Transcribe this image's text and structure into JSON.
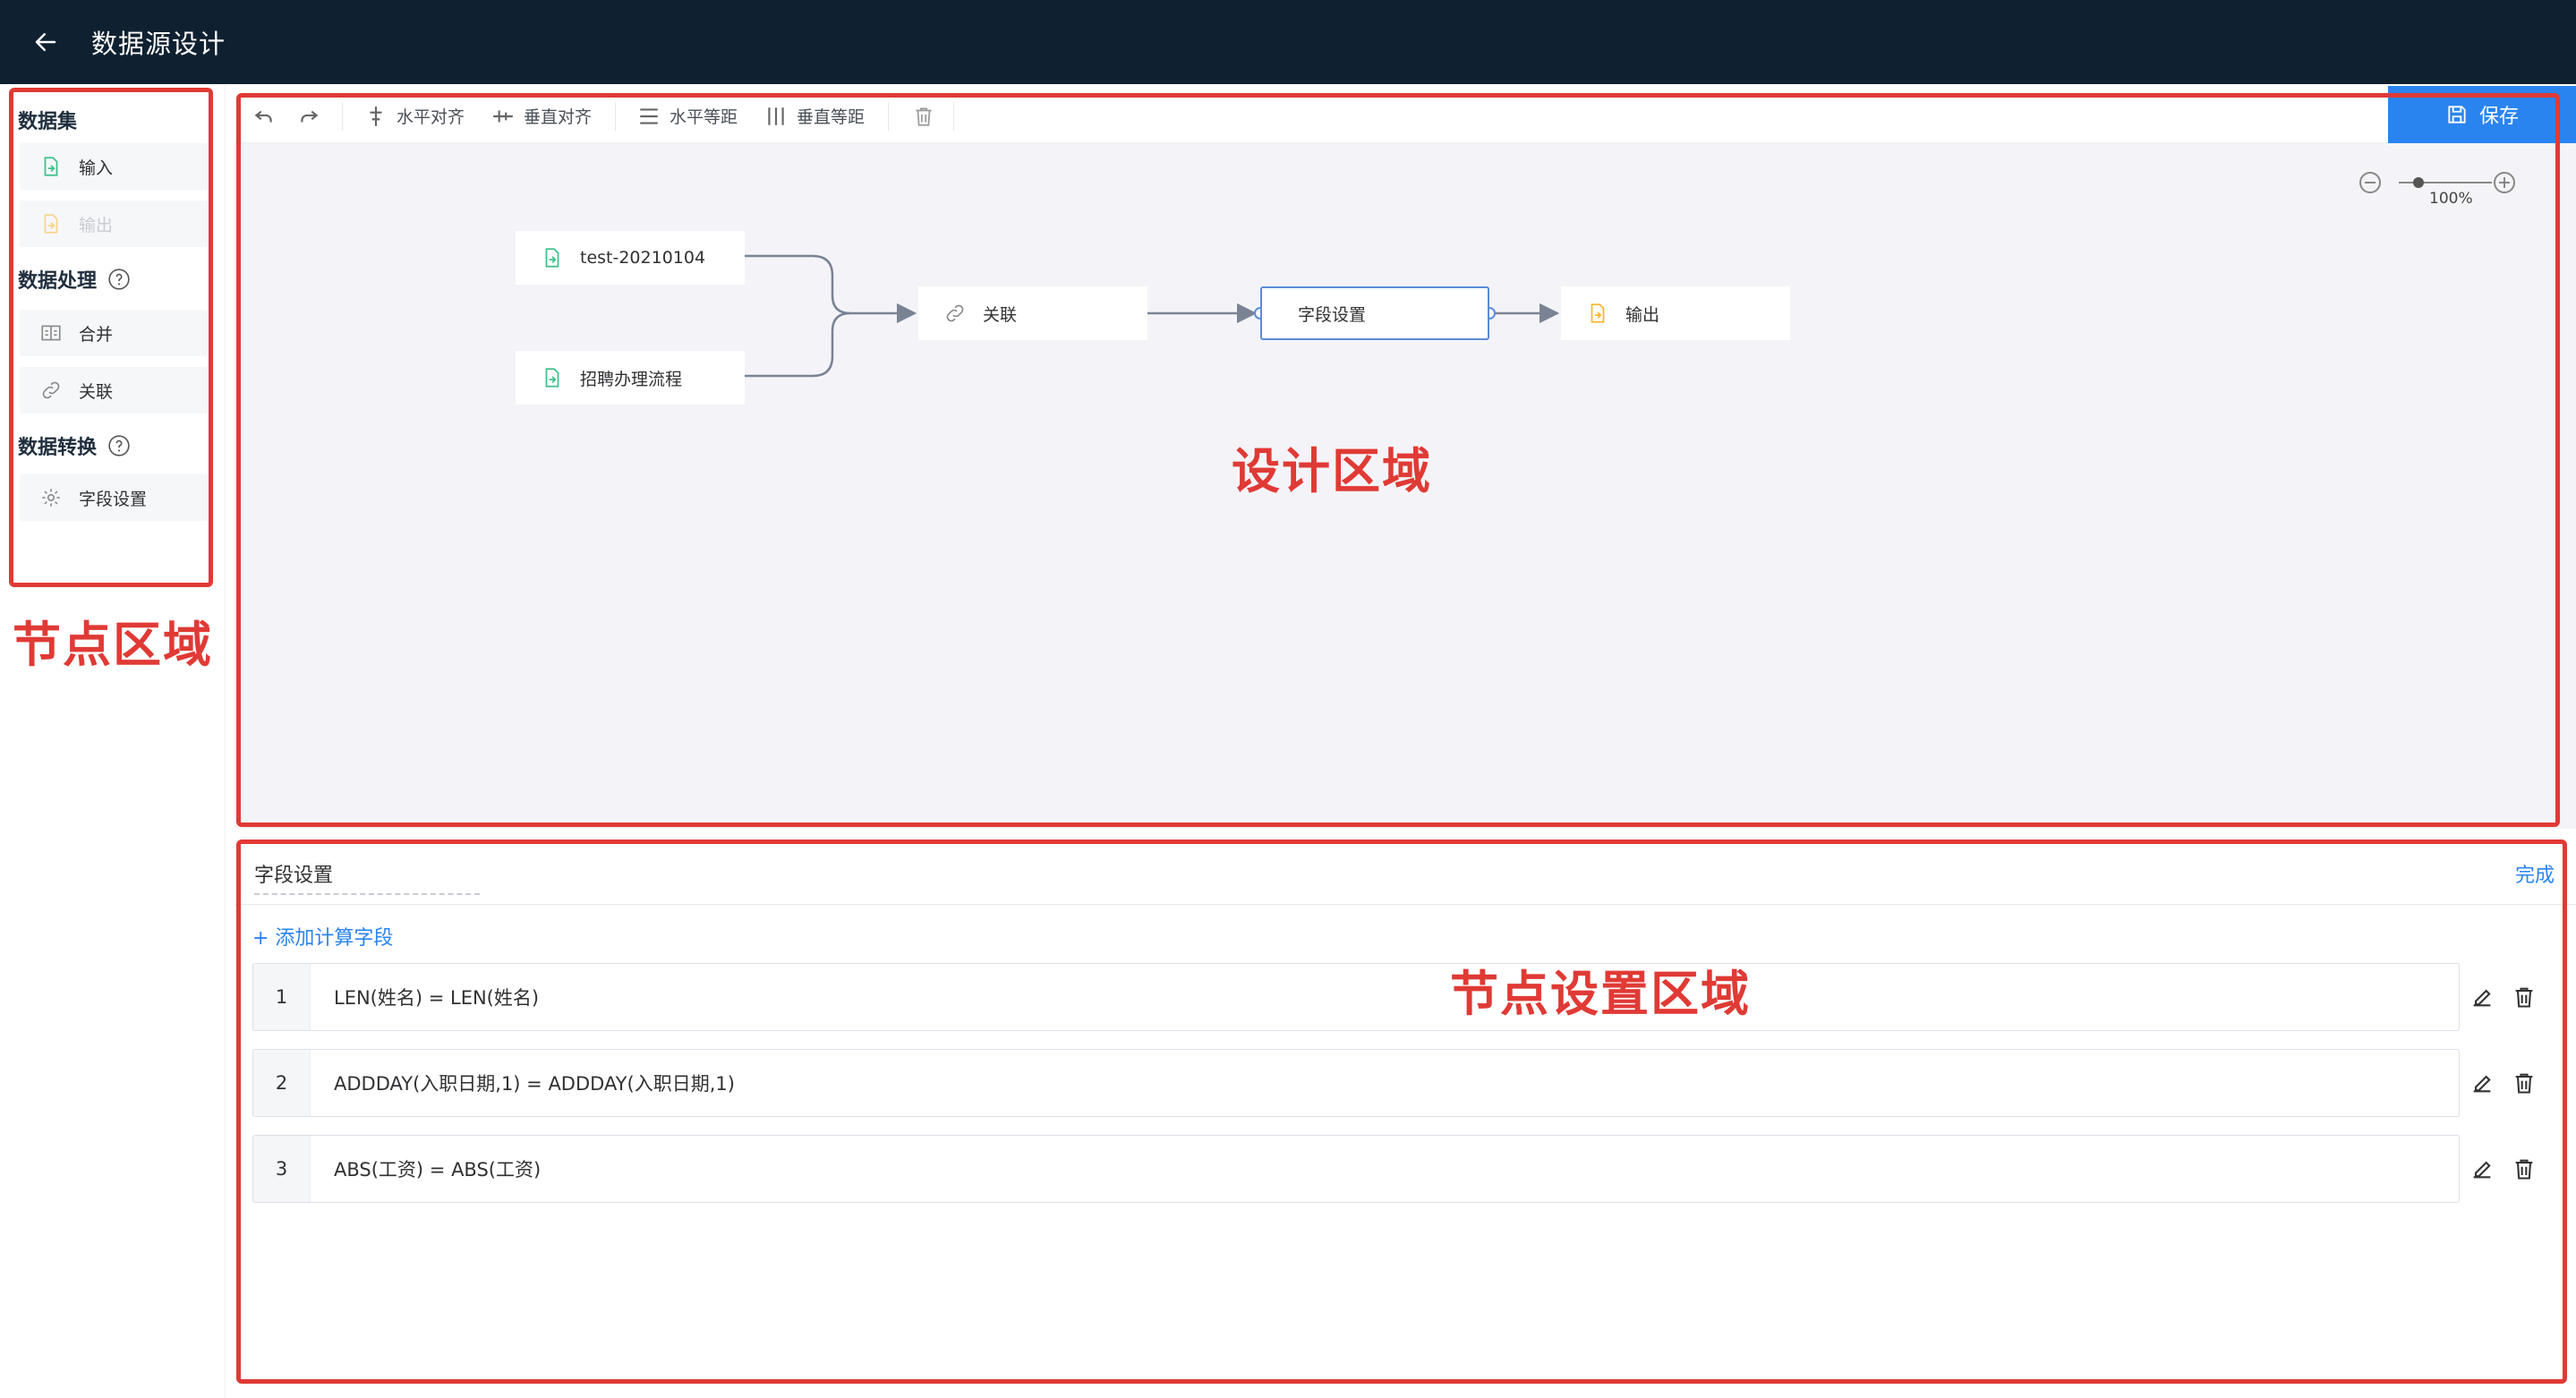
{
  "header": {
    "title": "数据源设计"
  },
  "left_panel": {
    "groups": [
      {
        "title": "数据集",
        "items": [
          {
            "label": "输入"
          },
          {
            "label": "输出"
          }
        ]
      },
      {
        "title": "数据处理",
        "items": [
          {
            "label": "合并"
          },
          {
            "label": "关联"
          }
        ]
      },
      {
        "title": "数据转换",
        "items": [
          {
            "label": "字段设置"
          }
        ]
      }
    ]
  },
  "toolbar": {
    "h_align": "水平对齐",
    "v_align": "垂直对齐",
    "h_spacing": "水平等距",
    "v_spacing": "垂直等距",
    "save": "保存"
  },
  "canvas": {
    "nodes": [
      {
        "label": "test-20210104"
      },
      {
        "label": "招聘办理流程"
      },
      {
        "label": "关联"
      },
      {
        "label": "字段设置"
      },
      {
        "label": "输出"
      }
    ],
    "zoom": "100%"
  },
  "settings": {
    "title": "字段设置",
    "done": "完成",
    "add_field": "+ 添加计算字段",
    "fields": [
      {
        "index": "1",
        "expr": "LEN(姓名) = LEN(姓名)"
      },
      {
        "index": "2",
        "expr": "ADDDAY(入职日期,1) = ADDDAY(入职日期,1)"
      },
      {
        "index": "3",
        "expr": "ABS(工资) = ABS(工资)"
      }
    ]
  },
  "annotations": {
    "node_area": "节点区域",
    "design_area": "设计区域",
    "settings_area": "节点设置区域"
  },
  "colors": {
    "header_bg": "#0f2131",
    "accent": "#2a84f0",
    "canvas_bg": "#f4f4f8",
    "annotation": "#e03a35",
    "dataset_green": "#3cc08a",
    "output_yellow": "#f5b82e"
  }
}
